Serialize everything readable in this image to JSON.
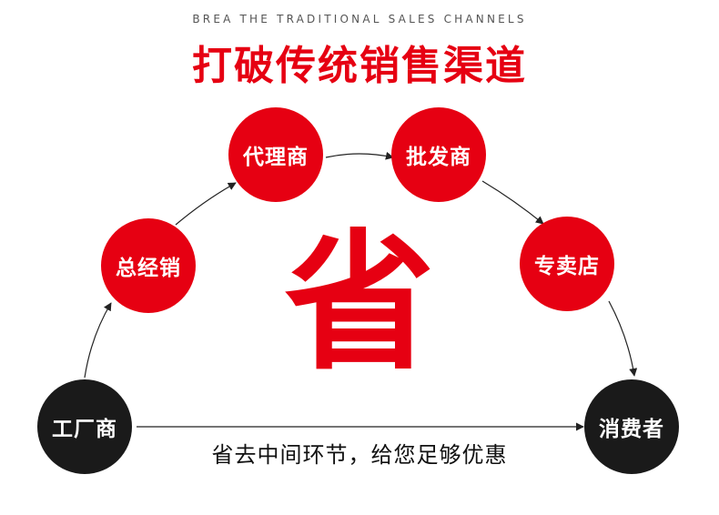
{
  "header": {
    "subtitle": "BREA THE TRADITIONAL SALES CHANNELS",
    "title": "打破传统销售渠道"
  },
  "nodes": {
    "factory": "工厂商",
    "general_distributor": "总经销",
    "agent": "代理商",
    "wholesaler": "批发商",
    "store": "专卖店",
    "consumer": "消费者"
  },
  "center_char": "省",
  "caption": "省去中间环节，给您足够优惠",
  "colors": {
    "accent": "#e60012",
    "dark": "#1a1a1a",
    "text": "#111111",
    "subtitle": "#555555"
  }
}
